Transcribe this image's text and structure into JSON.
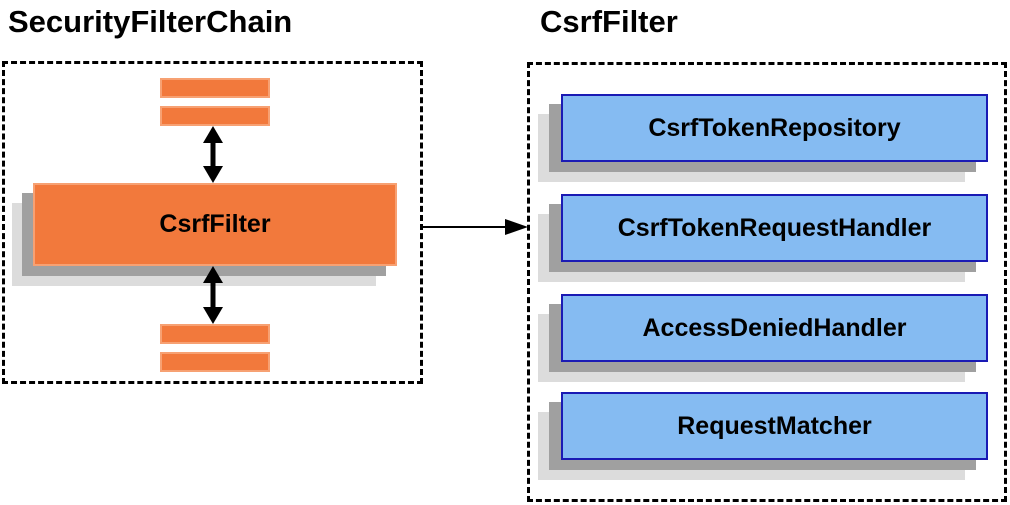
{
  "left_panel": {
    "title": "SecurityFilterChain",
    "filter_label": "CsrfFilter"
  },
  "right_panel": {
    "title": "CsrfFilter",
    "components": [
      {
        "label": "CsrfTokenRepository"
      },
      {
        "label": "CsrfTokenRequestHandler"
      },
      {
        "label": "AccessDeniedHandler"
      },
      {
        "label": "RequestMatcher"
      }
    ]
  },
  "icons": {
    "vertical_double_arrow": "double-arrow-icon",
    "flow_arrow": "flow-arrow-icon"
  },
  "colors": {
    "orange-fill": "#f2793c",
    "orange-border": "#f7a173",
    "blue-fill": "#85bbf2",
    "blue-border": "#1a1ab4",
    "shadow-dark": "#a0a0a0",
    "shadow-light": "#dcdcdc",
    "line": "#000000",
    "background": "#ffffff"
  }
}
